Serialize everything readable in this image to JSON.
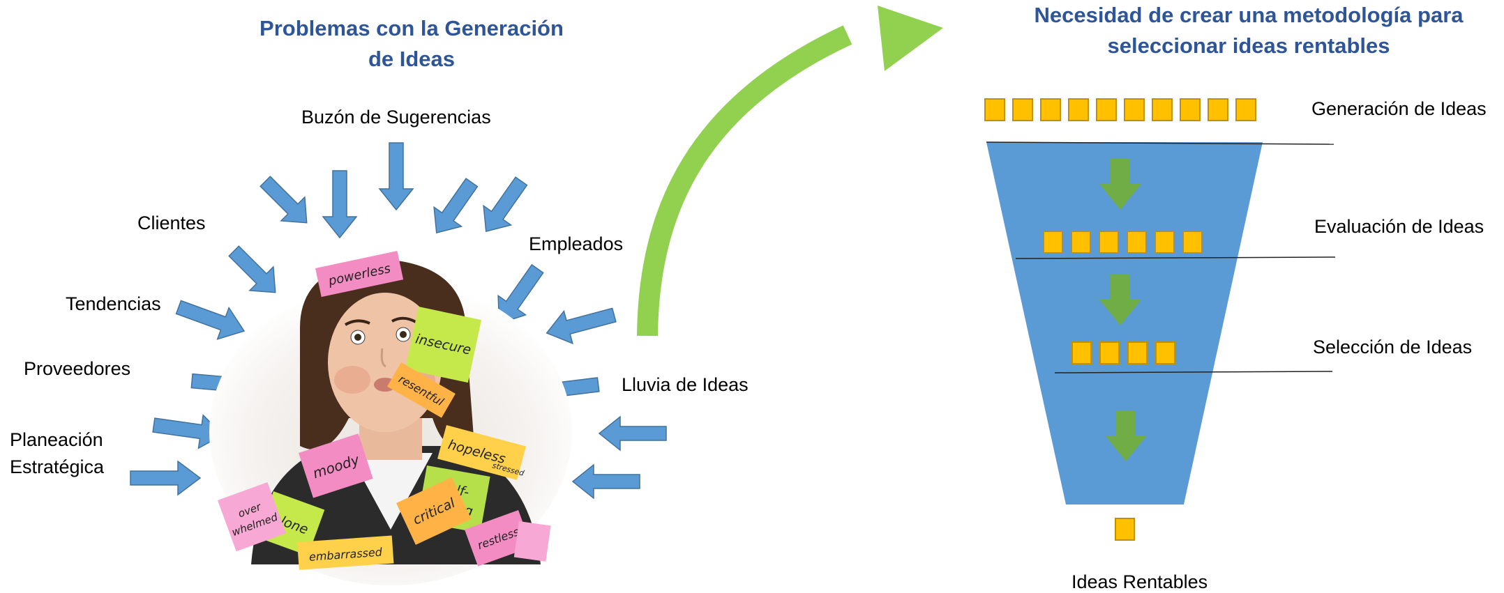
{
  "left": {
    "title": [
      "Problemas con la Generación",
      "de Ideas"
    ],
    "sources": {
      "buzon": "Buzón de Sugerencias",
      "clientes": "Clientes",
      "tendencias": "Tendencias",
      "proveedores": "Proveedores",
      "planeacion": [
        "Planeación",
        "Estratégica"
      ],
      "empleados": "Empleados",
      "lluvia": "Lluvia de Ideas"
    },
    "sticky_notes": [
      "powerless",
      "insecure",
      "resentful",
      "hopeless",
      "stressed",
      "self-",
      "hating",
      "moody",
      "alone",
      "over",
      "whelmed",
      "critical",
      "restless",
      "embarrassed"
    ]
  },
  "right": {
    "title": [
      "Necesidad de crear una metodología para",
      "seleccionar ideas rentables"
    ],
    "stages": [
      {
        "label": "Generación de Ideas",
        "boxes": 10
      },
      {
        "label": "Evaluación de Ideas",
        "boxes": 6
      },
      {
        "label": "Selección de Ideas",
        "boxes": 4
      },
      {
        "label": "Ideas Rentables",
        "boxes": 1
      }
    ]
  },
  "colors": {
    "title": "#2E5597",
    "blue_arrow": "#5B9BD5",
    "funnel": "#5B9BD5",
    "green_arrow": "#92D050",
    "down_arrow": "#70AD47",
    "idea_box": "#FFC000"
  }
}
